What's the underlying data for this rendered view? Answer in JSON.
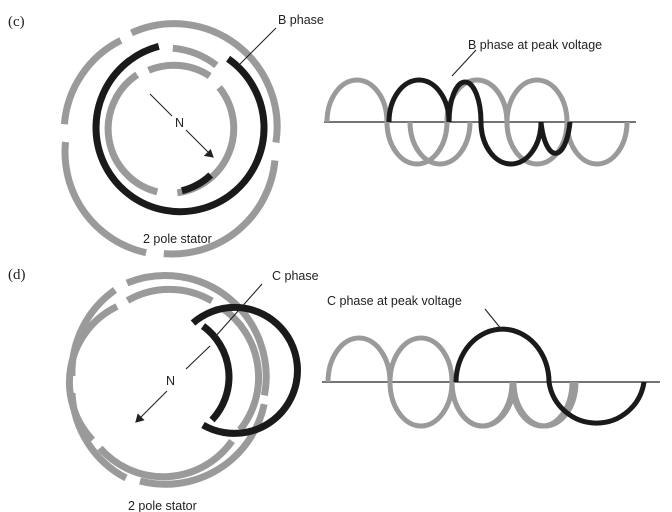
{
  "colors": {
    "background": "#ffffff",
    "grey_winding": "#9a9a9a",
    "black_winding": "#1a1a1a",
    "line": "#222222"
  },
  "panels": [
    {
      "label": "(c)",
      "phase_label": "B phase",
      "wave_label": "B phase at peak voltage",
      "pole_label": "N",
      "stator_caption": "2 pole stator"
    },
    {
      "label": "(d)",
      "phase_label": "C phase",
      "wave_label": "C phase at peak voltage",
      "pole_label": "N",
      "stator_caption": "2 pole stator"
    }
  ]
}
